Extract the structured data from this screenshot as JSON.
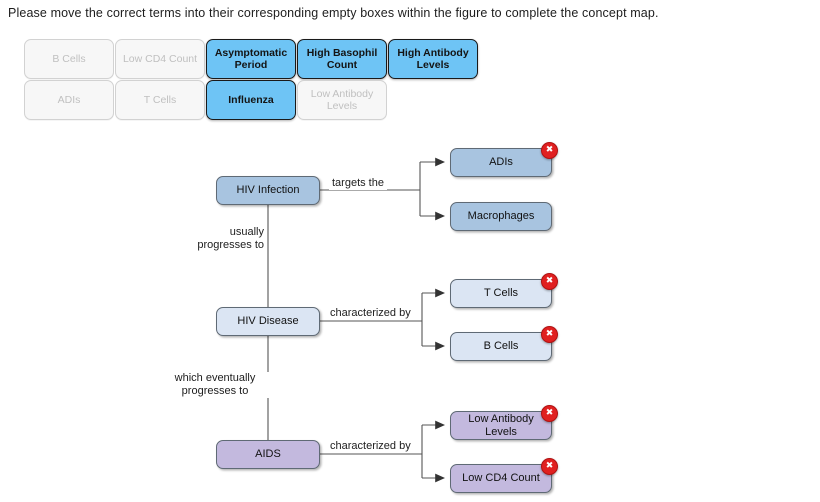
{
  "instruction": "Please move the correct terms into their corresponding empty boxes within the figure to complete the concept map.",
  "colors": {
    "tile_available": "#6ec4f5",
    "tile_used_bg": "#f7f7f7",
    "tile_used_text": "#c0c0c0",
    "node_blue": "#a8c4e0",
    "node_pale_blue": "#dbe5f3",
    "node_purple": "#c3b9de",
    "badge_red": "#e02020",
    "line": "#555555"
  },
  "word_bank": {
    "rows": [
      [
        {
          "label": "B Cells",
          "state": "used"
        },
        {
          "label": "Low CD4 Count",
          "state": "used"
        },
        {
          "label": "Asymptomatic Period",
          "state": "available"
        },
        {
          "label": "High Basophil Count",
          "state": "available"
        },
        {
          "label": "High Antibody Levels",
          "state": "available"
        }
      ],
      [
        {
          "label": "ADIs",
          "state": "used"
        },
        {
          "label": "T Cells",
          "state": "used"
        },
        {
          "label": "Influenza",
          "state": "available"
        },
        {
          "label": "Low Antibody Levels",
          "state": "used"
        }
      ]
    ]
  },
  "concept_map": {
    "nodes": [
      {
        "id": "hiv-infection",
        "label": "HIV Infection",
        "style": "blue",
        "badge": null
      },
      {
        "id": "adis",
        "label": "ADIs",
        "style": "blue",
        "badge": "✖"
      },
      {
        "id": "macrophages",
        "label": "Macrophages",
        "style": "blue",
        "badge": null
      },
      {
        "id": "hiv-disease",
        "label": "HIV Disease",
        "style": "pale",
        "badge": null
      },
      {
        "id": "t-cells",
        "label": "T Cells",
        "style": "pale",
        "badge": "✖"
      },
      {
        "id": "b-cells",
        "label": "B Cells",
        "style": "pale",
        "badge": "✖"
      },
      {
        "id": "aids",
        "label": "AIDS",
        "style": "purple",
        "badge": null
      },
      {
        "id": "low-antibody",
        "label": "Low Antibody Levels",
        "style": "purple",
        "badge": "✖"
      },
      {
        "id": "low-cd4",
        "label": "Low CD4 Count",
        "style": "purple",
        "badge": "✖"
      }
    ],
    "edge_labels": {
      "targets_the": "targets the",
      "usually_progresses_line1": "usually",
      "usually_progresses_line2": "progresses to",
      "characterized_by_1": "characterized by",
      "which_eventually_line1": "which eventually",
      "which_eventually_line2": "progresses to",
      "characterized_by_2": "characterized by"
    }
  }
}
